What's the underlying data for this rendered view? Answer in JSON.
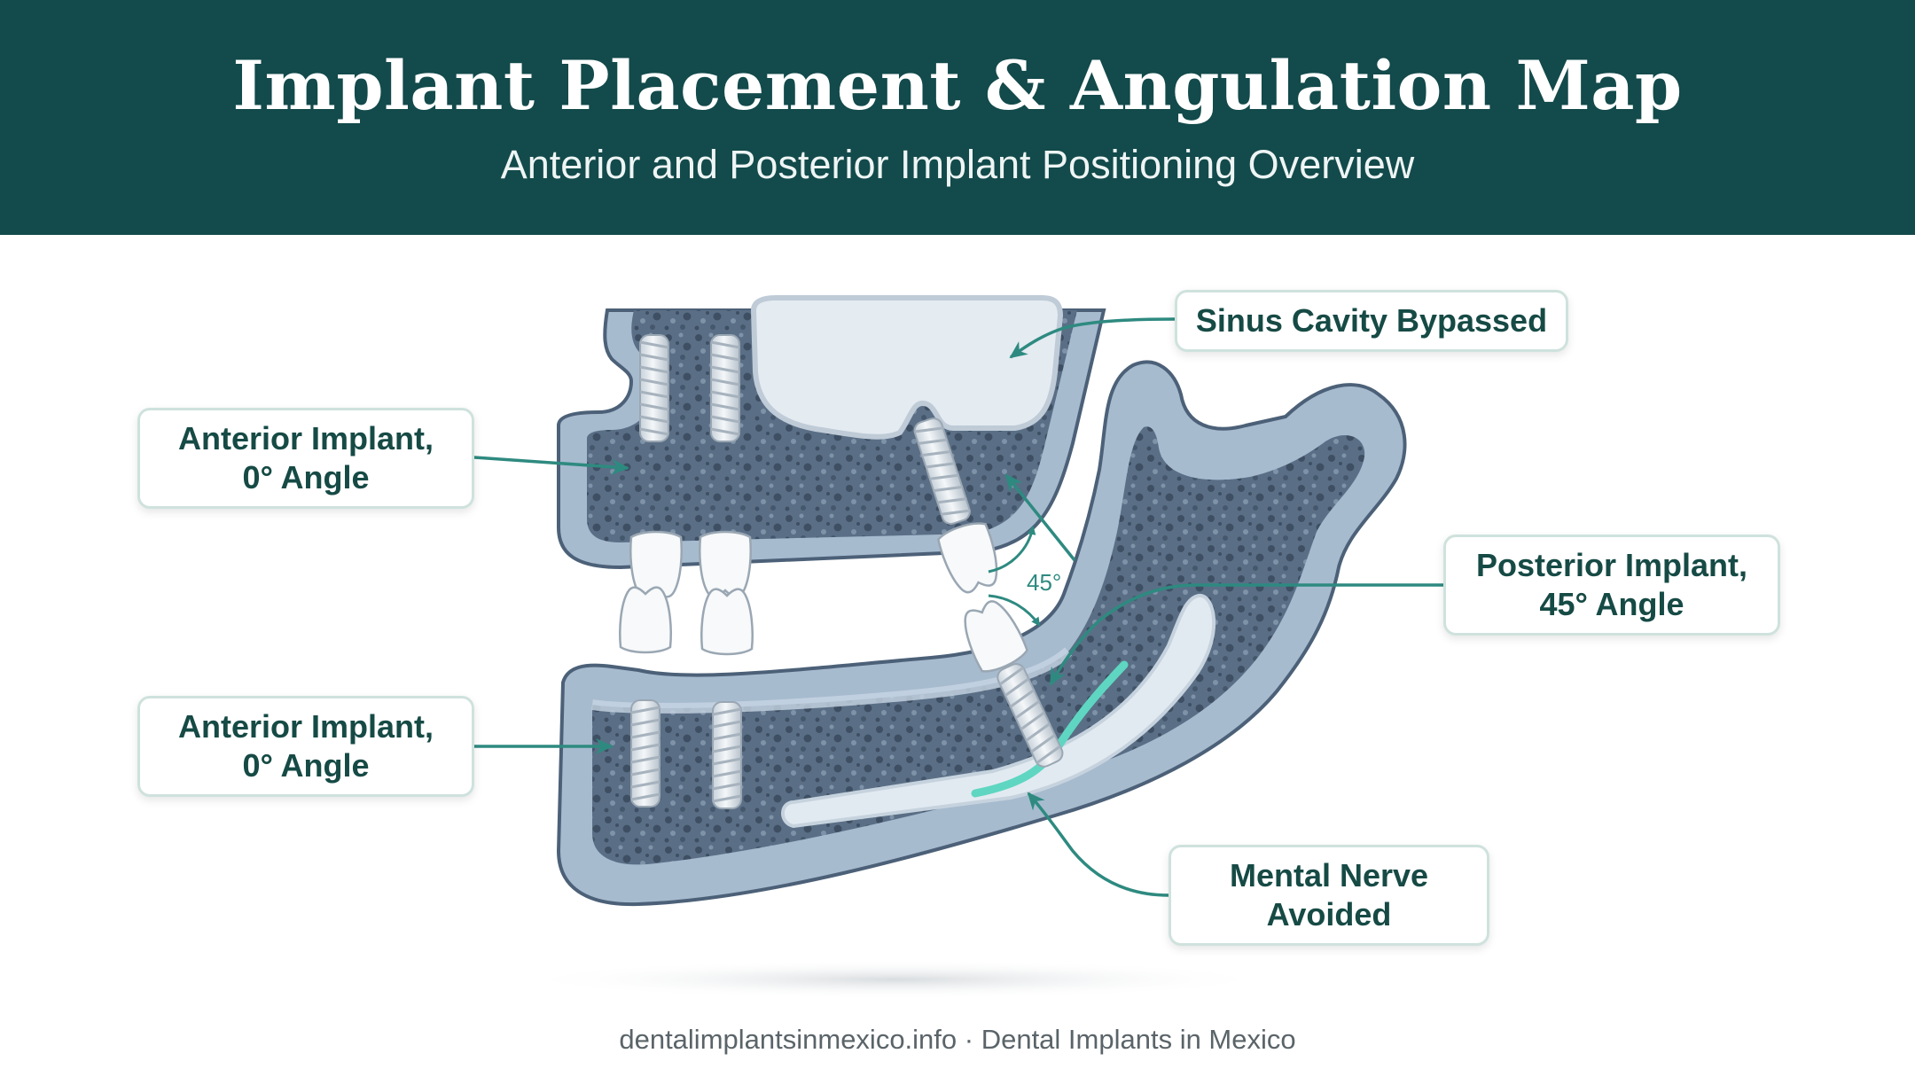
{
  "header": {
    "title": "Implant Placement & Angulation Map",
    "subtitle": "Anterior and Posterior Implant Positioning Overview"
  },
  "callouts": {
    "sinus": "Sinus Cavity Bypassed",
    "upper_anterior_line1": "Anterior Implant,",
    "upper_anterior_line2": "0° Angle",
    "lower_anterior_line1": "Anterior Implant,",
    "lower_anterior_line2": "0° Angle",
    "posterior_line1": "Posterior Implant,",
    "posterior_line2": "45° Angle",
    "nerve_line1": "Mental Nerve",
    "nerve_line2": "Avoided"
  },
  "angle_label": "45°",
  "footer": "dentalimplantsinmexico.info · Dental Implants in Mexico",
  "colors": {
    "header_bg": "#134a4b",
    "bone": "#5d7289",
    "cortical": "#a9bdd0",
    "accent": "#2e8a80",
    "nerve_highlight": "#5fd6c1"
  }
}
